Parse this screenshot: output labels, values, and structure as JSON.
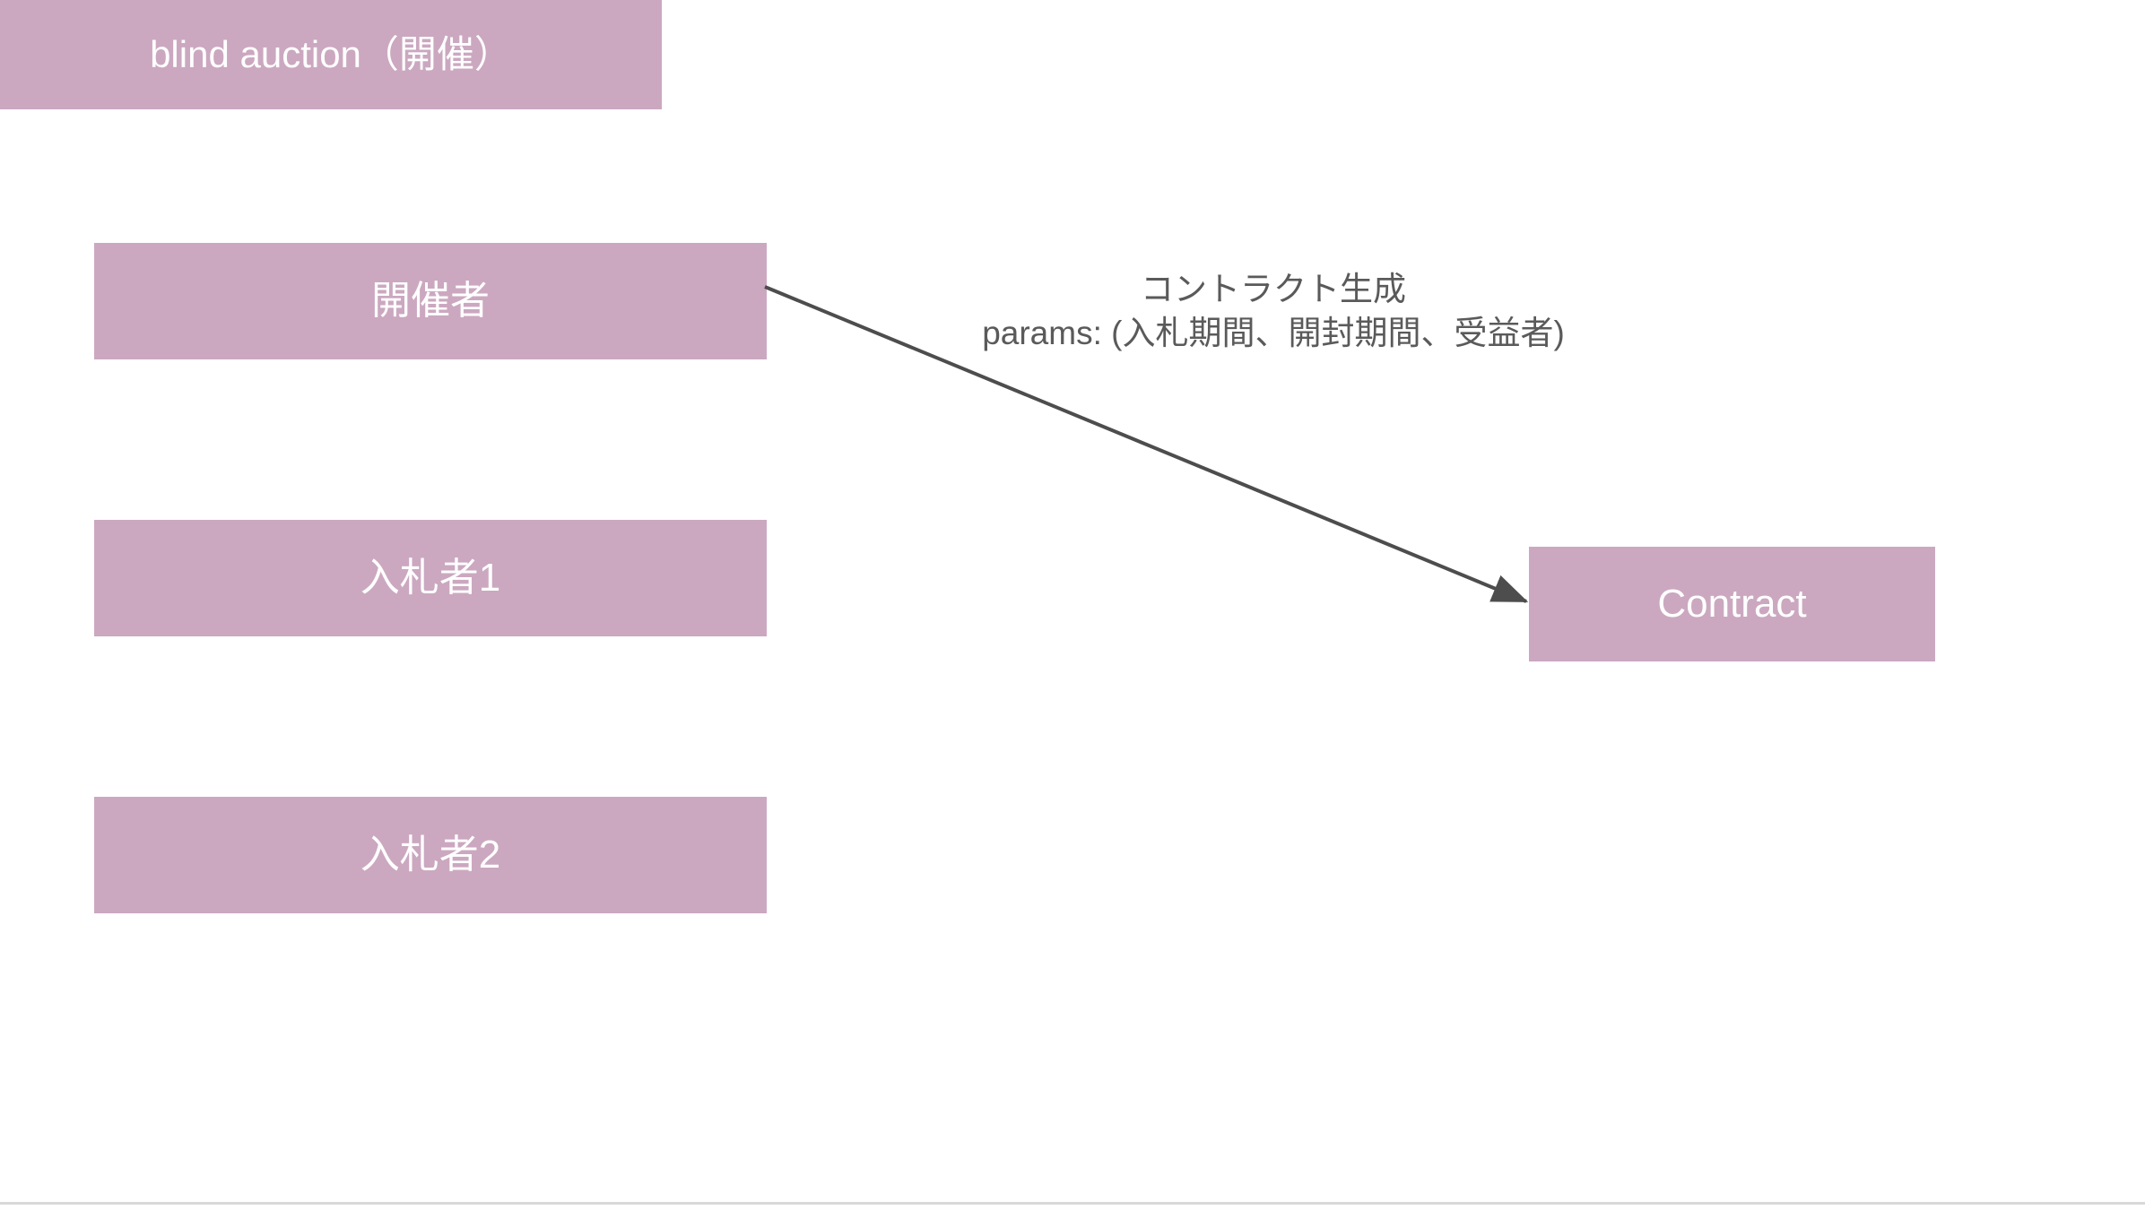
{
  "diagram": {
    "type": "sequence-diagram",
    "title_box": {
      "label": "blind auction（開催）"
    },
    "colors": {
      "box_fill": "#cba8c0",
      "box_text": "#ffffff",
      "arrow": "#4d4d4d",
      "label_text": "#5a5a5a",
      "divider": "#d9d9d9",
      "background": "#ffffff"
    },
    "lifelines": [
      {
        "id": "organizer",
        "label": "開催者"
      },
      {
        "id": "bidder1",
        "label": "入札者1"
      },
      {
        "id": "bidder2",
        "label": "入札者2"
      }
    ],
    "objects": [
      {
        "id": "contract",
        "label": "Contract"
      }
    ],
    "messages": [
      {
        "id": "create-contract",
        "from": "organizer",
        "to": "contract",
        "line1": "コントラクト生成",
        "line2": "params: (入札期間、開封期間、受益者)",
        "arrow_style": "solid-filled-arrowhead"
      }
    ]
  }
}
